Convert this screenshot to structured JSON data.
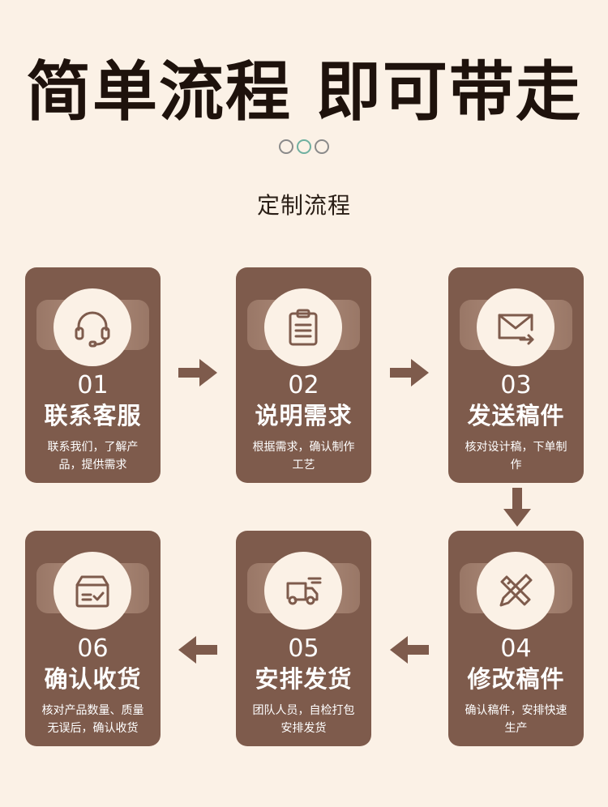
{
  "header": {
    "title": "简单流程 即可带走",
    "subtitle": "定制流程"
  },
  "colors": {
    "background": "#fbf1e6",
    "card": "#7e5b4c",
    "arrow": "#7e5b4c",
    "icon": "#7e5b4c",
    "dot_accent": "#6fb0a0"
  },
  "steps": [
    {
      "number": "01",
      "title": "联系客服",
      "desc": "联系我们，了解产品，提供需求",
      "icon": "headset-icon"
    },
    {
      "number": "02",
      "title": "说明需求",
      "desc": "根据需求，确认制作工艺",
      "icon": "clipboard-icon"
    },
    {
      "number": "03",
      "title": "发送稿件",
      "desc": "核对设计稿，下单制作",
      "icon": "mail-forward-icon"
    },
    {
      "number": "04",
      "title": "修改稿件",
      "desc": "确认稿件，安排快速生产",
      "icon": "pencil-ruler-icon"
    },
    {
      "number": "05",
      "title": "安排发货",
      "desc": "团队人员，自检打包安排发货",
      "icon": "delivery-truck-icon"
    },
    {
      "number": "06",
      "title": "确认收货",
      "desc": "核对产品数量、质量无误后，确认收货",
      "icon": "package-check-icon"
    }
  ]
}
